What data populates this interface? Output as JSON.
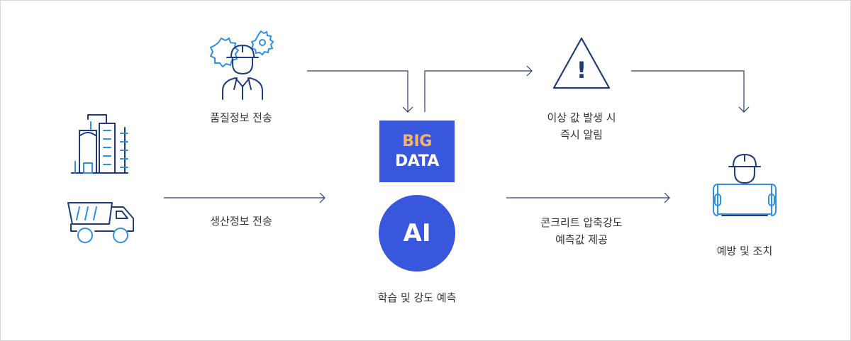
{
  "labels": {
    "quality_info": "품질정보 전송",
    "production_info": "생산정보 전송",
    "anomaly_line1": "이상 값 발생 시",
    "anomaly_line2": "즉시 알림",
    "concrete_line1": "콘크리트 압축강도",
    "concrete_line2": "예측값 제공",
    "learning": "학습 및 강도 예측",
    "prevention": "예방 및 조치"
  },
  "bigdata": {
    "line1": "BIG",
    "line2": "DATA"
  },
  "ai": {
    "label": "AI"
  },
  "warning": {
    "mark": "!"
  },
  "colors": {
    "accent_blue": "#3957dd",
    "icon_navy": "#1f3b7a",
    "icon_light_blue": "#2f8fe0",
    "big_text_orange": "#f7b468",
    "line_navy": "#2a3b6e"
  },
  "icons": [
    "factory-icon",
    "dump-truck-icon",
    "worker-gears-icon",
    "warning-triangle-icon",
    "worker-blueprint-icon"
  ]
}
